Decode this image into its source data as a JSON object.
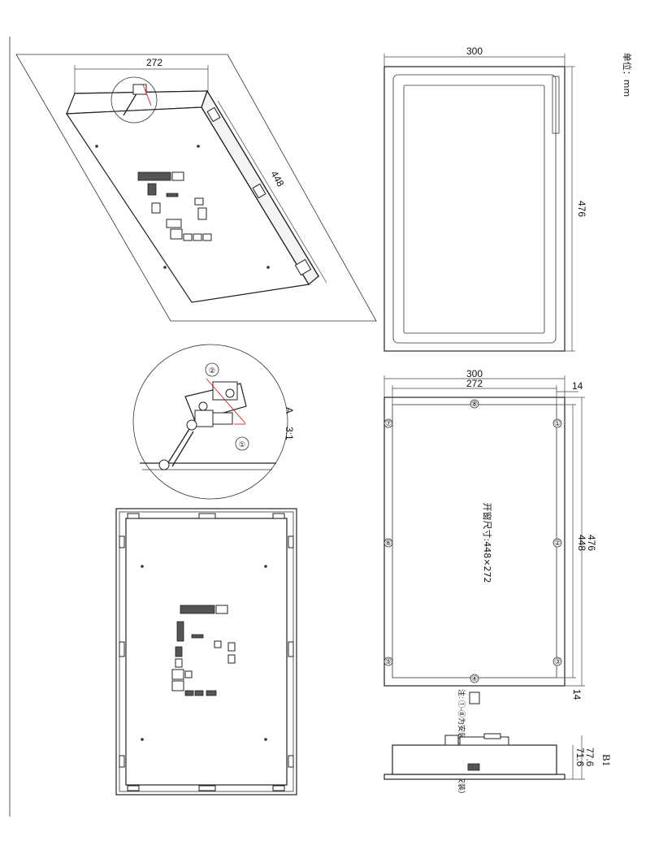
{
  "units_label": "单位：mm",
  "iso_view": {
    "width_dim": "272",
    "length_dim": "448"
  },
  "front_view": {
    "width_dim": "300",
    "height_dim": "476"
  },
  "detail_view": {
    "label": "A",
    "scale": "3:1",
    "callout_1": "①",
    "callout_2": "②"
  },
  "cutout_view": {
    "outer_width_dim": "300",
    "inner_width_dim": "272",
    "edge_dim_top": "14",
    "edge_dim_bottom": "14",
    "outer_height_dim": "476",
    "inner_height_dim": "448",
    "cutout_text": "开窗尺寸:448×272",
    "note": "注: ①-⑧为安装卡扣（背面安装）",
    "hole_labels": [
      "①",
      "②",
      "③",
      "④",
      "⑤",
      "⑥",
      "⑦",
      "⑧"
    ]
  },
  "side_view": {
    "depth_outer": "77.6",
    "depth_inner": "71.6",
    "label": "B1"
  }
}
